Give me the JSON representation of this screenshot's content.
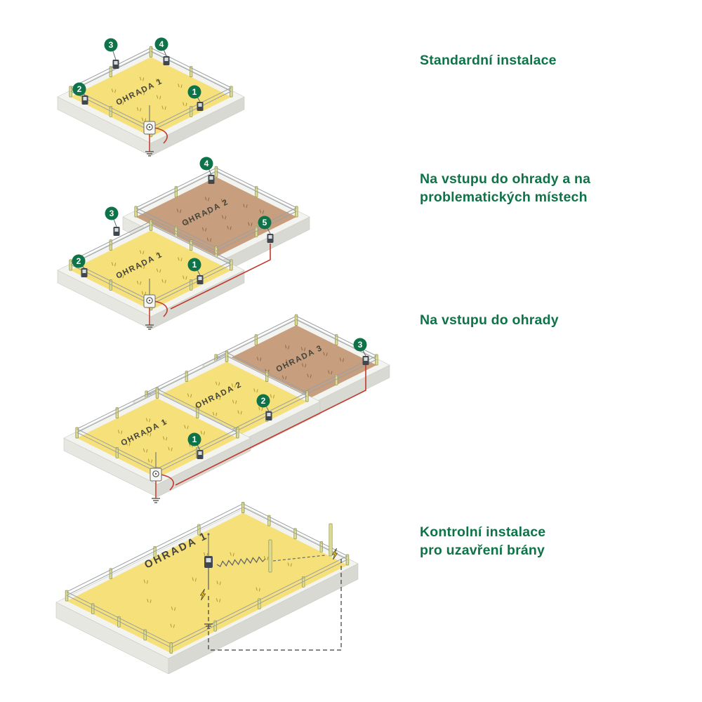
{
  "headings": [
    {
      "lines": [
        "Standardní instalace"
      ]
    },
    {
      "lines": [
        "Na vstupu do ohrady a na",
        "problematických místech"
      ]
    },
    {
      "lines": [
        "Na vstupu do ohrady"
      ]
    },
    {
      "lines": [
        "Kontrolní instalace",
        "pro uzavření brány"
      ]
    }
  ],
  "diagrams": [
    {
      "name": "standard-installation",
      "paddocks": [
        {
          "label": "OHRADA 1",
          "surface": "yellow"
        }
      ],
      "badges": [
        "1",
        "2",
        "3",
        "4"
      ]
    },
    {
      "name": "entrance-and-problem-spots",
      "paddocks": [
        {
          "label": "OHRADA 1",
          "surface": "yellow"
        },
        {
          "label": "OHRADA 2",
          "surface": "brown"
        }
      ],
      "badges": [
        "1",
        "2",
        "3",
        "4",
        "5"
      ]
    },
    {
      "name": "entrance-of-paddock",
      "paddocks": [
        {
          "label": "OHRADA 1",
          "surface": "yellow"
        },
        {
          "label": "OHRADA 2",
          "surface": "yellow"
        },
        {
          "label": "OHRADA 3",
          "surface": "brown"
        }
      ],
      "badges": [
        "1",
        "2",
        "3"
      ]
    },
    {
      "name": "control-installation-gate",
      "paddocks": [
        {
          "label": "OHRADA 1",
          "surface": "yellow"
        }
      ],
      "badges": []
    }
  ],
  "colors": {
    "heading_green": "#0e7348",
    "badge_green": "#0e7348",
    "field_yellow": "#f5e07a",
    "field_brown": "#c79e7e",
    "wire_red": "#c0392b"
  }
}
